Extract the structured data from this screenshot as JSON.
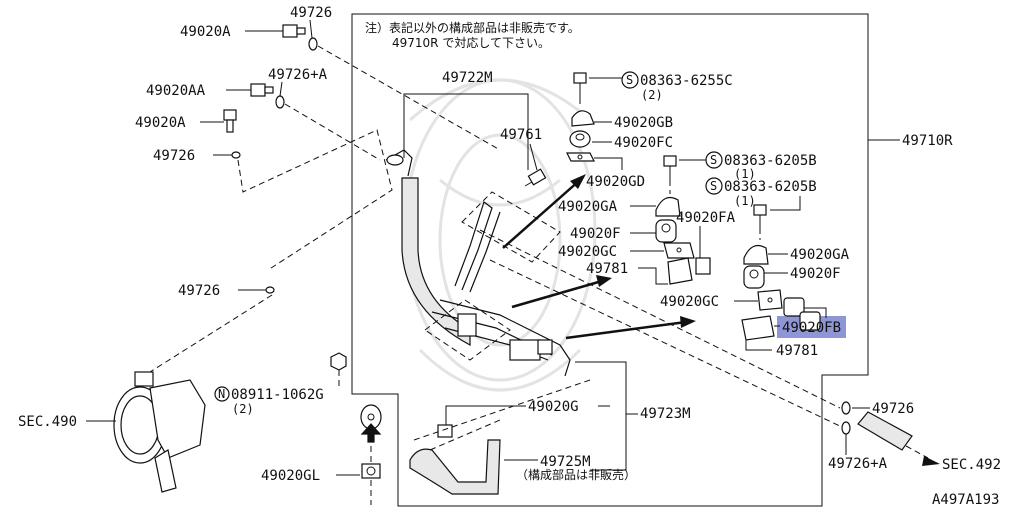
{
  "note": {
    "line1": "注）表記以外の構成部品は非販売です。",
    "line2": "49710R で対応して下さい。"
  },
  "labels": {
    "l49020A_top": "49020A",
    "l49726_top": "49726",
    "l49020AA": "49020AA",
    "l49726A_top": "49726+A",
    "l49020A_mid": "49020A",
    "l49726_mid": "49726",
    "l49726_left": "49726",
    "l49722M": "49722M",
    "l49761": "49761",
    "s08363_6255C": "08363-6255C",
    "s08363_6255C_qty": "(2)",
    "l49020GB": "49020GB",
    "l49020FC": "49020FC",
    "l49020GD": "49020GD",
    "s08363_6205B_1": "08363-6205B",
    "s08363_6205B_1_qty": "(1)",
    "s08363_6205B_2": "08363-6205B",
    "s08363_6205B_2_qty": "(1)",
    "l49020GA_left": "49020GA",
    "l49020FA": "49020FA",
    "l49020F_left": "49020F",
    "l49020GC_top": "49020GC",
    "l49781_top": "49781",
    "l49020GA_right": "49020GA",
    "l49020F_right": "49020F",
    "l49020GC_right": "49020GC",
    "l49020FB": "49020FB",
    "l49781_bottom": "49781",
    "l49710R": "49710R",
    "n08911_1062G": "08911-1062G",
    "n08911_1062G_qty": "(2)",
    "sec490": "SEC.490",
    "l49020G": "49020G",
    "l49723M": "49723M",
    "l49725M": "49725M",
    "l49725M_note": "（構成部品は非販売）",
    "l49020GL": "49020GL",
    "l49726_right": "49726",
    "l49726A_right": "49726+A",
    "sec492": "SEC.492",
    "diagram_id": "A497A193"
  },
  "symbols": {
    "s_marker": "S",
    "n_marker": "N"
  },
  "colors": {
    "highlight": "#8f96d6",
    "highlight_border": "#5a63b8",
    "line": "#111111"
  }
}
